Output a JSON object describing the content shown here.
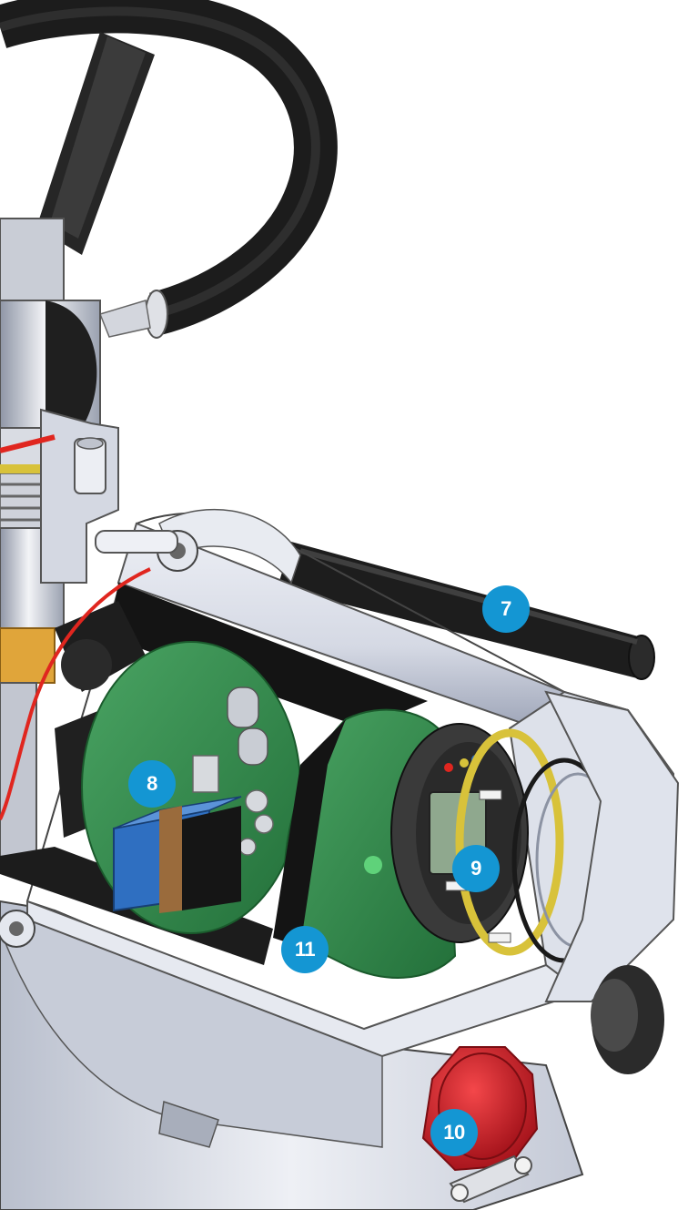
{
  "colors": {
    "callout": "#1496d3",
    "callout_text": "#ffffff",
    "handwheel": "#1c1c1c",
    "housing": "#dfe3ec",
    "housing_shade": "#aab1c2",
    "pcb": "#2f8a4a",
    "transformer_blue": "#2f6fc1",
    "transformer_brown": "#9a6b3c",
    "display_ring": "#d8c23a",
    "knob": "#d71e24",
    "wire": "#e0261f"
  },
  "callouts": [
    {
      "id": "7",
      "label": "7"
    },
    {
      "id": "8",
      "label": "8"
    },
    {
      "id": "9",
      "label": "9"
    },
    {
      "id": "10",
      "label": "10"
    },
    {
      "id": "11",
      "label": "11"
    }
  ]
}
